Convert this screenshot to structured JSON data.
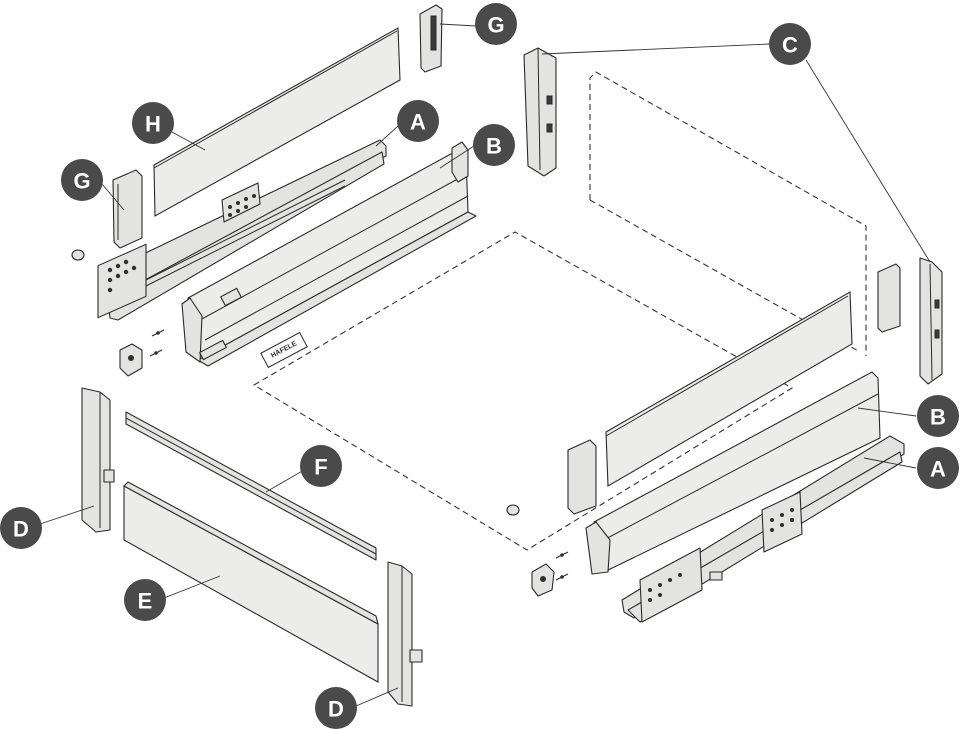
{
  "callouts": {
    "a_top": "A",
    "a_right": "A",
    "b_top": "B",
    "b_right": "B",
    "c": "C",
    "d_left": "D",
    "d_bottom": "D",
    "e": "E",
    "f": "F",
    "g_top": "G",
    "g_left": "G",
    "h": "H"
  },
  "brand_plate": "HÄFELE",
  "colors": {
    "badge": "#4a4a4a",
    "badge_text": "#ffffff",
    "part_fill": "#e3e3e1",
    "outline": "#2a2a2a"
  }
}
